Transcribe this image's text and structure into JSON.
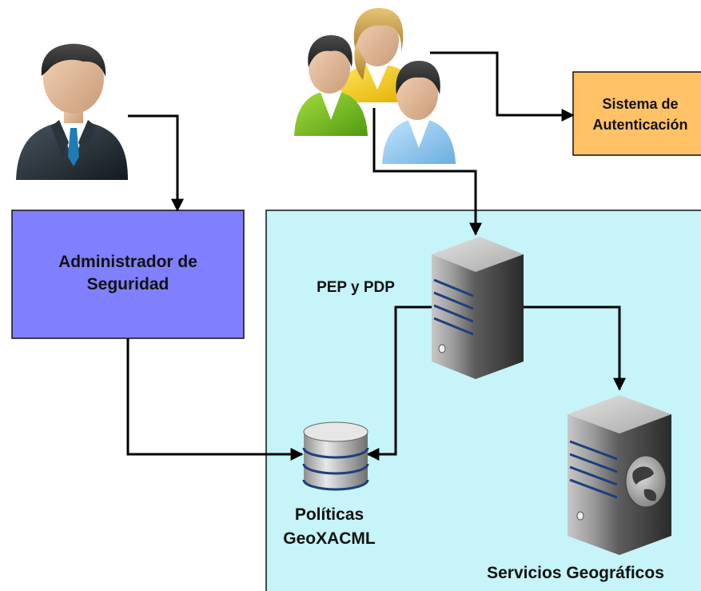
{
  "nodes": {
    "security_admin": {
      "line1": "Administrador de",
      "line2": "Seguridad"
    },
    "auth_system": {
      "line1": "Sistema de",
      "line2": "Autenticación"
    },
    "pep_pdp": {
      "label": "PEP y PDP"
    },
    "policies": {
      "line1": "Políticas",
      "line2": "GeoXACML"
    },
    "geo_services": {
      "label": "Servicios Geográficos"
    }
  },
  "actors": {
    "admin": {
      "icon": "administrator-person-icon"
    },
    "users": {
      "icon": "user-group-icon"
    }
  },
  "colors": {
    "admin_box": "#8080ff",
    "auth_box": "#ffc266",
    "server_area": "#c6f4f8",
    "arrow": "#000000"
  }
}
